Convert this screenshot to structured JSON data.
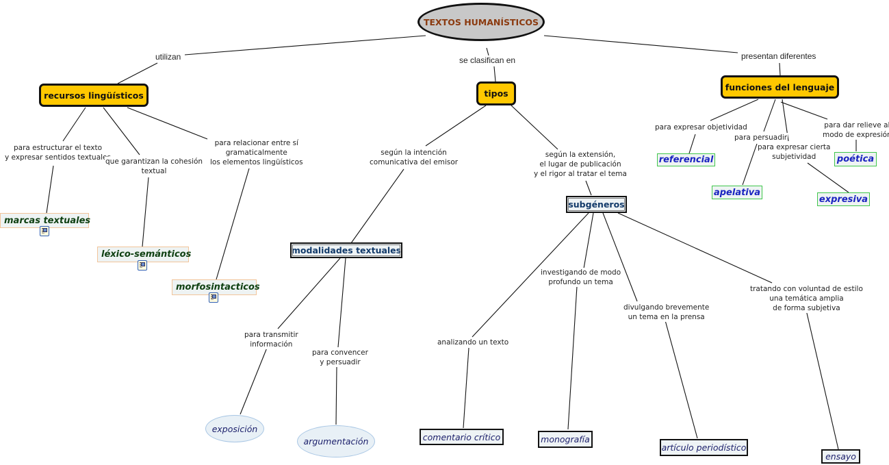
{
  "map_title": "TEXTOS HUMANÍSTICOS",
  "nodes": {
    "root": "TEXTOS HUMANÍSTICOS",
    "recursos": "recursos lingüísticos",
    "tipos": "tipos",
    "funciones": "funciones del lenguaje",
    "marcas": "marcas textuales",
    "lexico": "léxico-semánticos",
    "morfo": "morfosintacticos",
    "modalidades": "modalidades textuales",
    "subgeneros": "subgéneros",
    "exposicion": "exposición",
    "argumentacion": "argumentación",
    "comentario": "comentario crítico",
    "monografia": "monografía",
    "articulo": "artículo periodístico",
    "ensayo": "ensayo",
    "referencial": "referencial",
    "apelativa": "apelativa",
    "poetica": "poética",
    "expresiva": "expresiva"
  },
  "links": {
    "utilizan": "utilizan",
    "se_clasifican": "se clasifican en",
    "presentan": "presentan diferentes",
    "estructurar": "para estructurar el texto\ny expresar sentidos textuales",
    "cohesion": "que garantizan la cohesión\ntextual",
    "relacionar": "para relacionar entre sí\ngramaticalmente\nlos elementos lingüísticos",
    "intencion": "según la intención\ncomunicativa del emisor",
    "extension": "según la extensión,\nel lugar de publicación\ny el rigor al tratar el tema",
    "transmitir": "para transmitir\ninformación",
    "convencer": "para convencer\ny persuadir",
    "analizando": "analizando un texto",
    "investigando": "investigando de modo\nprofundo un tema",
    "divulgando": "divulgando brevemente\nun tema en la prensa",
    "tratando": "tratando con voluntad de estilo\nuna temática amplia\nde forma subjetiva",
    "objetividad": "para expresar objetividad",
    "persuadir": "para persuadir",
    "subjetividad": "para expresar cierta\nsubjetividad",
    "relieve": "para dar relieve al\nmodo de expresión"
  },
  "icons": {
    "attachment": "document-resource-icon"
  },
  "colors": {
    "root_fill": "#c8c8c8",
    "root_text": "#8b3a0f",
    "concept_fill": "#ffc800",
    "resource_text": "#0f4012",
    "function_text": "#1a24c0",
    "function_border": "#3fc64a",
    "leaf_text": "#1a1e6a"
  }
}
